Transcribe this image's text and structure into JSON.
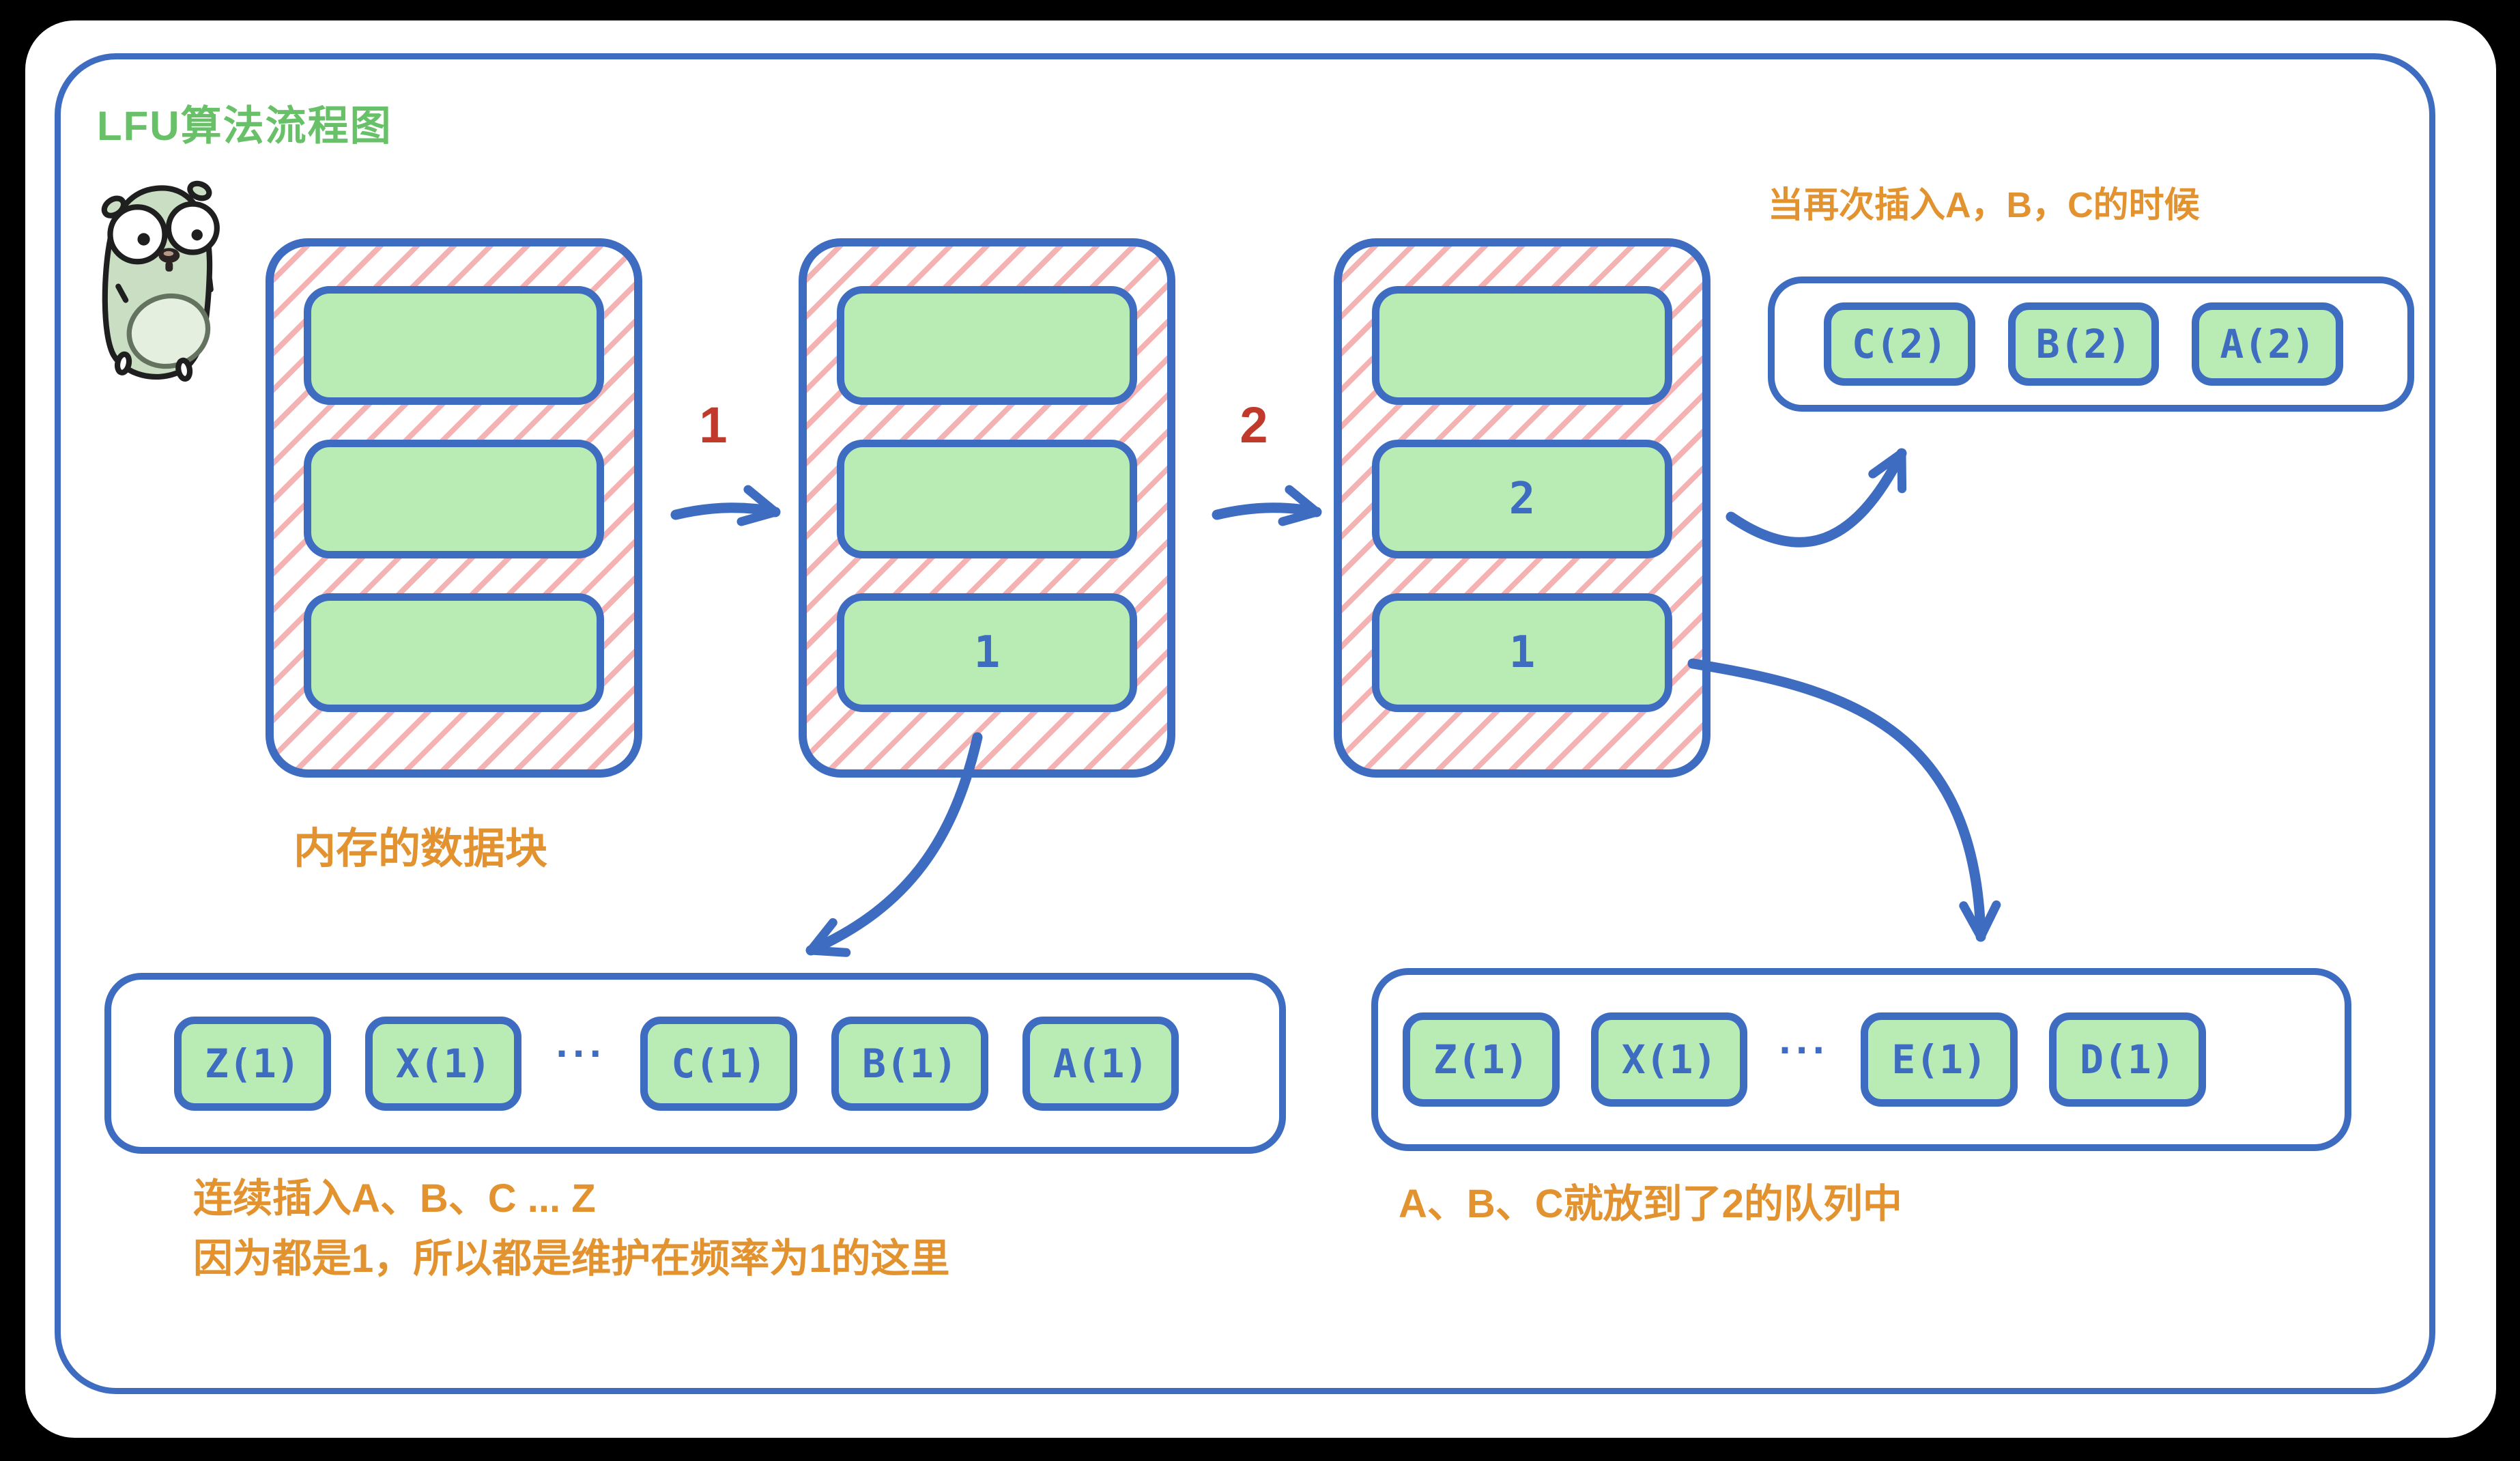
{
  "title": "LFU算法流程图",
  "colors": {
    "blue": "#3d6cc0",
    "green_fill": "#b9ecb4",
    "green_title": "#68c168",
    "orange": "#e2932f",
    "red": "#c0392b",
    "pink_hatch": "#f5b2b2",
    "page_bg": "#ffffff",
    "outside_bg": "#000000"
  },
  "memory_blocks": [
    {
      "rows": [
        "",
        "",
        ""
      ]
    },
    {
      "rows": [
        "",
        "",
        "1"
      ]
    },
    {
      "rows": [
        "",
        "2",
        "1"
      ]
    }
  ],
  "arrows": [
    {
      "label": "1"
    },
    {
      "label": "2"
    }
  ],
  "captions": {
    "memory_block": "内存的数据块",
    "reinsert": "当再次插入A，B，C的时候",
    "insert_line1": "连续插入A、B、C ... Z",
    "insert_line2": "因为都是1，所以都是维护在频率为1的这里",
    "queue2": "A、B、C就放到了2的队列中"
  },
  "queues": {
    "freq2": {
      "items": [
        "C(2)",
        "B(2)",
        "A(2)"
      ]
    },
    "freq1_left": {
      "items": [
        "Z(1)",
        "X(1)",
        "···",
        "C(1)",
        "B(1)",
        "A(1)"
      ]
    },
    "freq1_right": {
      "items": [
        "Z(1)",
        "X(1)",
        "···",
        "E(1)",
        "D(1)"
      ]
    }
  }
}
